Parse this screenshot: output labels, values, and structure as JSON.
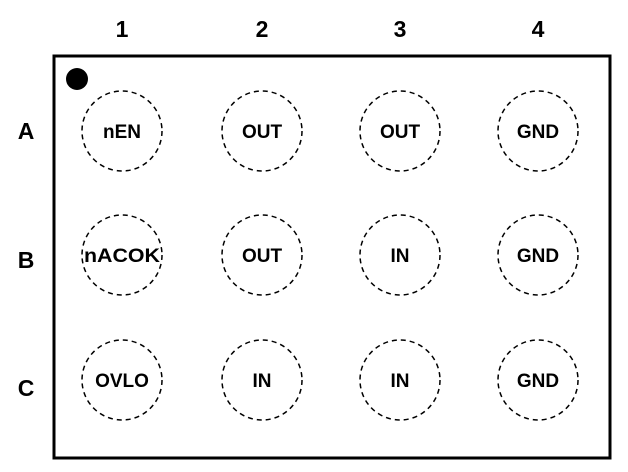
{
  "columns": [
    "1",
    "2",
    "3",
    "4"
  ],
  "rows": [
    "A",
    "B",
    "C"
  ],
  "pins": [
    [
      "nEN",
      "OUT",
      "OUT",
      "GND"
    ],
    [
      "nACOK",
      "OUT",
      "IN",
      "GND"
    ],
    [
      "OVLO",
      "IN",
      "IN",
      "GND"
    ]
  ]
}
